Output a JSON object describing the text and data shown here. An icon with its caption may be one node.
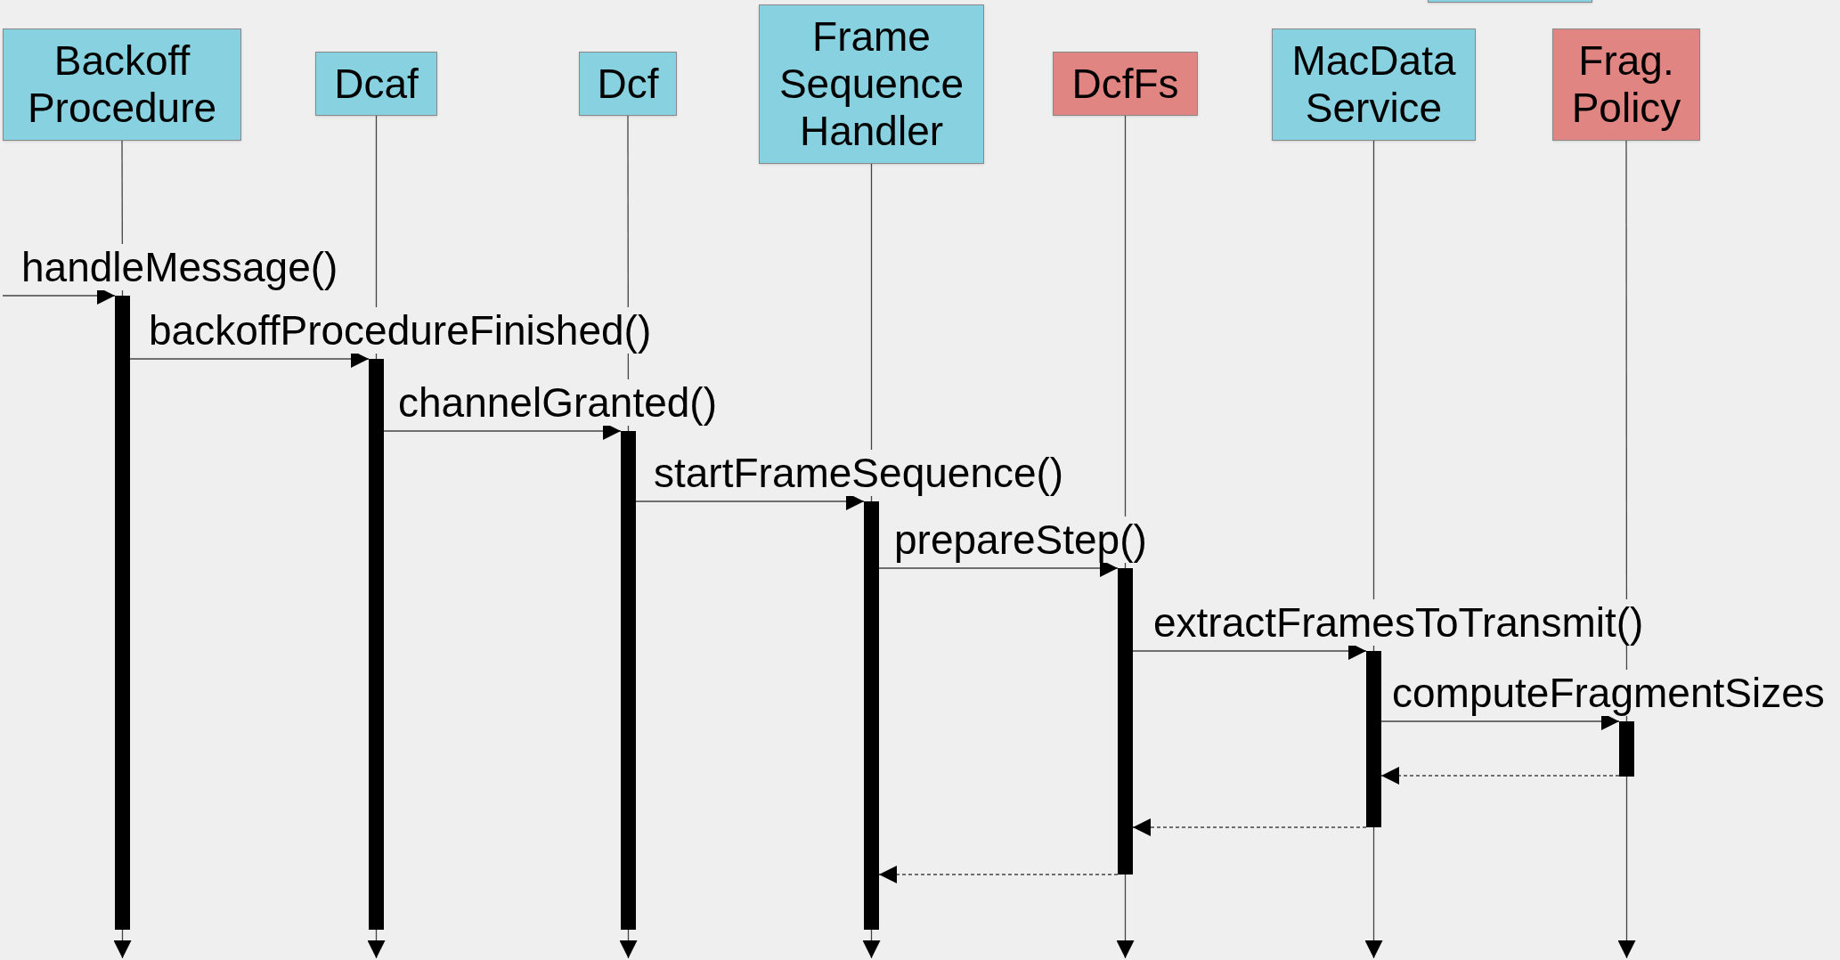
{
  "diagram": {
    "nodes": [
      {
        "text": [
          "Backoff Procedure"
        ]
      },
      {
        "text": [
          "Dcaf"
        ]
      },
      {
        "text": [
          "Dcf"
        ]
      },
      {
        "text": [
          "Frame Sequence Handler"
        ]
      },
      {
        "text": [
          "DcfFs"
        ]
      },
      {
        "text": [
          "MacData Service"
        ]
      },
      {
        "text": [
          "Frag. Policy"
        ]
      },
      {
        "text": [],
        "shape": "box"
      },
      {
        "text": [],
        "shape": "bar"
      },
      {
        "text": [],
        "shape": "bar"
      },
      {
        "text": [],
        "shape": "bar"
      },
      {
        "text": [],
        "shape": "bar"
      },
      {
        "text": [],
        "shape": "bar"
      },
      {
        "text": [],
        "shape": "bar"
      },
      {
        "text": [],
        "shape": "bar"
      }
    ],
    "edges": [
      {
        "from": null,
        "to": 8,
        "arrow": "to",
        "label": "handleMessage()"
      },
      {
        "from": 8,
        "to": 9,
        "arrow": "to",
        "label": "backoffProcedureFinished()"
      },
      {
        "from": 9,
        "to": 10,
        "arrow": "to",
        "label": "channelGranted()"
      },
      {
        "from": 10,
        "to": 11,
        "arrow": "to",
        "label": "startFrameSequence()"
      },
      {
        "from": 11,
        "to": 12,
        "arrow": "to",
        "label": "prepareStep()"
      },
      {
        "from": 12,
        "to": 13,
        "arrow": "to",
        "label": "extractFramesToTransmit()"
      },
      {
        "from": 13,
        "to": 14,
        "arrow": "to",
        "label": "computeFragmentSizes"
      },
      {
        "from": 14,
        "to": 13,
        "arrow": "to",
        "style": "dashed"
      },
      {
        "from": 13,
        "to": 12,
        "arrow": "to",
        "style": "dashed"
      },
      {
        "from": 12,
        "to": 11,
        "arrow": "to",
        "style": "dashed"
      },
      {
        "from": 0,
        "to": 8,
        "arrow": "none"
      },
      {
        "from": 8,
        "to": null,
        "arrow": "to"
      },
      {
        "from": 1,
        "to": 9,
        "arrow": "none"
      },
      {
        "from": 9,
        "to": null,
        "arrow": "to"
      },
      {
        "from": 2,
        "to": 10,
        "arrow": "none"
      },
      {
        "from": 10,
        "to": null,
        "arrow": "to"
      },
      {
        "from": 3,
        "to": 11,
        "arrow": "none"
      },
      {
        "from": 11,
        "to": null,
        "arrow": "to"
      },
      {
        "from": 4,
        "to": 12,
        "arrow": "none"
      },
      {
        "from": 12,
        "to": null,
        "arrow": "to"
      },
      {
        "from": 5,
        "to": 13,
        "arrow": "none"
      },
      {
        "from": 13,
        "to": null,
        "arrow": "to"
      },
      {
        "from": 6,
        "to": 14,
        "arrow": "none"
      },
      {
        "from": 14,
        "to": null,
        "arrow": "to"
      }
    ]
  }
}
